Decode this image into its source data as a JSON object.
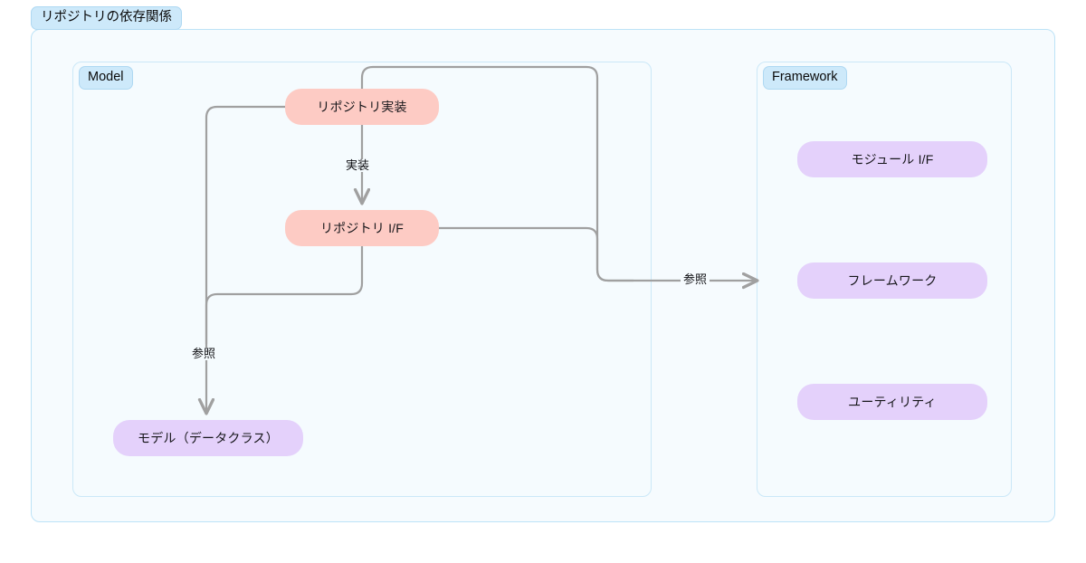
{
  "diagram": {
    "title": "リポジトリの依存関係",
    "groups": [
      {
        "id": "model",
        "label": "Model"
      },
      {
        "id": "framework",
        "label": "Framework"
      }
    ],
    "nodes": [
      {
        "id": "repo-impl",
        "label": "リポジトリ実装",
        "group": "model",
        "color": "#fdcbc4"
      },
      {
        "id": "repo-if",
        "label": "リポジトリ I/F",
        "group": "model",
        "color": "#fdcbc4"
      },
      {
        "id": "model-data",
        "label": "モデル（データクラス）",
        "group": "model",
        "color": "#e4d1fb"
      },
      {
        "id": "module-if",
        "label": "モジュール I/F",
        "group": "framework",
        "color": "#e4d1fb"
      },
      {
        "id": "framework",
        "label": "フレームワーク",
        "group": "framework",
        "color": "#e4d1fb"
      },
      {
        "id": "utility",
        "label": "ユーティリティ",
        "group": "framework",
        "color": "#e4d1fb"
      }
    ],
    "edges": [
      {
        "id": "edge-implement",
        "from": "repo-impl",
        "to": "repo-if",
        "label": "実装"
      },
      {
        "id": "edge-ref-model",
        "from": "repo-impl",
        "to": "model-data",
        "label": "参照"
      },
      {
        "id": "edge-ref-fw",
        "from": "repo-if",
        "to": "framework",
        "label": "参照"
      }
    ],
    "colors": {
      "outer_border": "#bde3f7",
      "outer_fill": "#f6fbfe",
      "group_border": "#cbe8f8",
      "group_fill": "#f5fbfe",
      "group_label_fill": "#cde9fa",
      "node_pink": "#fdcbc4",
      "node_purple": "#e4d1fb",
      "edge_stroke": "#a0a0a0"
    }
  }
}
